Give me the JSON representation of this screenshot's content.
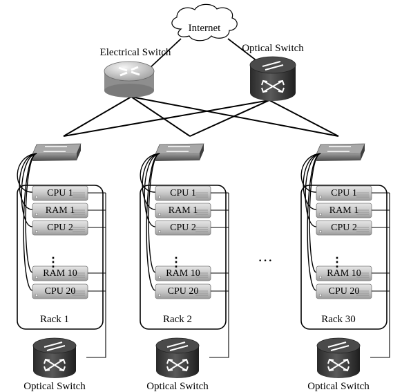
{
  "internet": {
    "label": "Internet"
  },
  "core": {
    "electrical_label": "Electrical Switch",
    "optical_label": "Optical Switch"
  },
  "racks": [
    {
      "label": "Rack 1",
      "modules": [
        "CPU 1",
        "RAM 1",
        "CPU 2",
        "RAM 10",
        "CPU 20"
      ],
      "vdots": "⋮",
      "optical_label": "Optical Switch"
    },
    {
      "label": "Rack 2",
      "modules": [
        "CPU 1",
        "RAM 1",
        "CPU 2",
        "RAM 10",
        "CPU 20"
      ],
      "vdots": "⋮",
      "optical_label": "Optical Switch"
    },
    {
      "label": "Rack 30",
      "modules": [
        "CPU 1",
        "RAM 1",
        "CPU 2",
        "RAM 10",
        "CPU 20"
      ],
      "vdots": "⋮",
      "optical_label": "Optical Switch"
    }
  ],
  "ellipsis": "···"
}
